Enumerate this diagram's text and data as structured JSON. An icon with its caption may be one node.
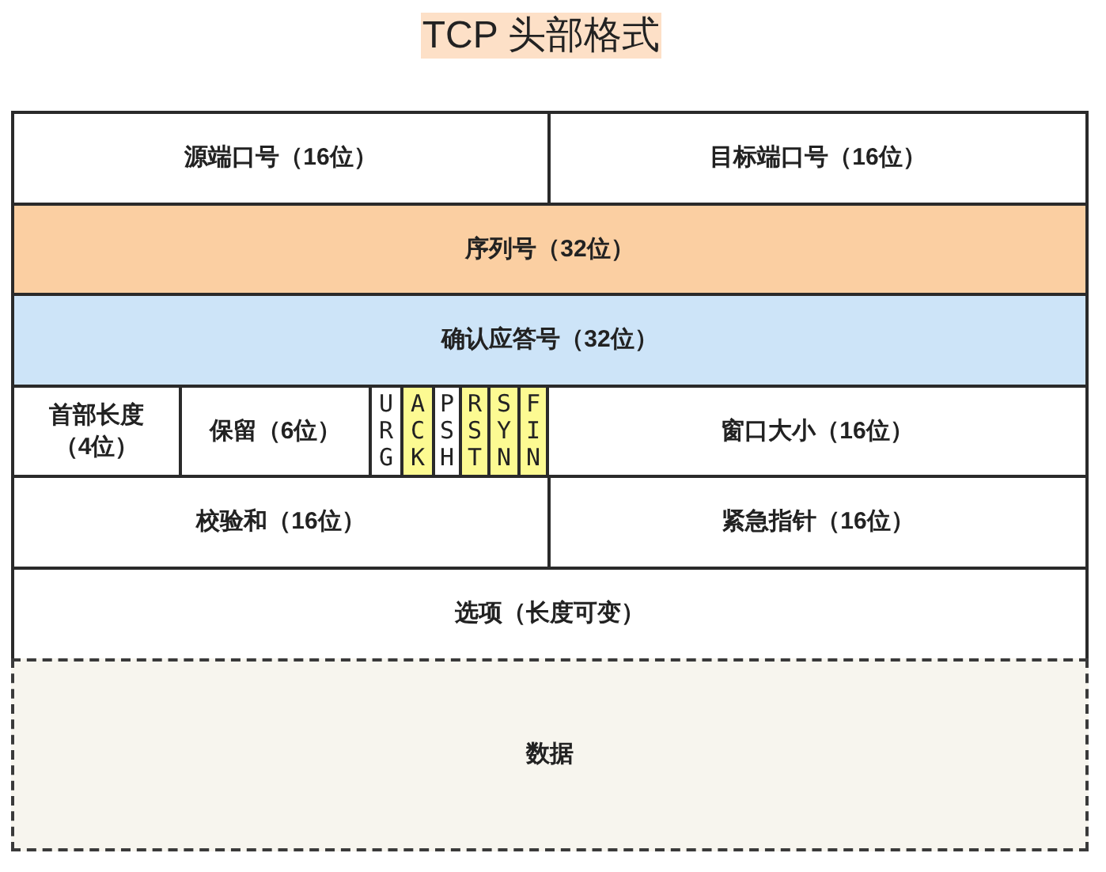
{
  "diagram": {
    "title": "TCP 头部格式",
    "nodes": [
      {
        "text": [
          "源端口号（16位）"
        ]
      },
      {
        "text": [
          "目标端口号（16位）"
        ]
      },
      {
        "text": [
          "序列号（32位）"
        ]
      },
      {
        "text": [
          "确认应答号（32位）"
        ]
      },
      {
        "text": [
          "首部长度（4位）"
        ]
      },
      {
        "text": [
          "保留（6位）"
        ]
      },
      {
        "text": [
          "URG"
        ]
      },
      {
        "text": [
          "ACK"
        ]
      },
      {
        "text": [
          "PSH"
        ]
      },
      {
        "text": [
          "RST"
        ]
      },
      {
        "text": [
          "SYN"
        ]
      },
      {
        "text": [
          "FIN"
        ]
      },
      {
        "text": [
          "窗口大小（16位）"
        ]
      },
      {
        "text": [
          "校验和（16位）"
        ]
      },
      {
        "text": [
          "紧急指针（16位）"
        ]
      },
      {
        "text": [
          "选项（长度可变）"
        ]
      },
      {
        "text": [
          "数据"
        ]
      }
    ]
  }
}
